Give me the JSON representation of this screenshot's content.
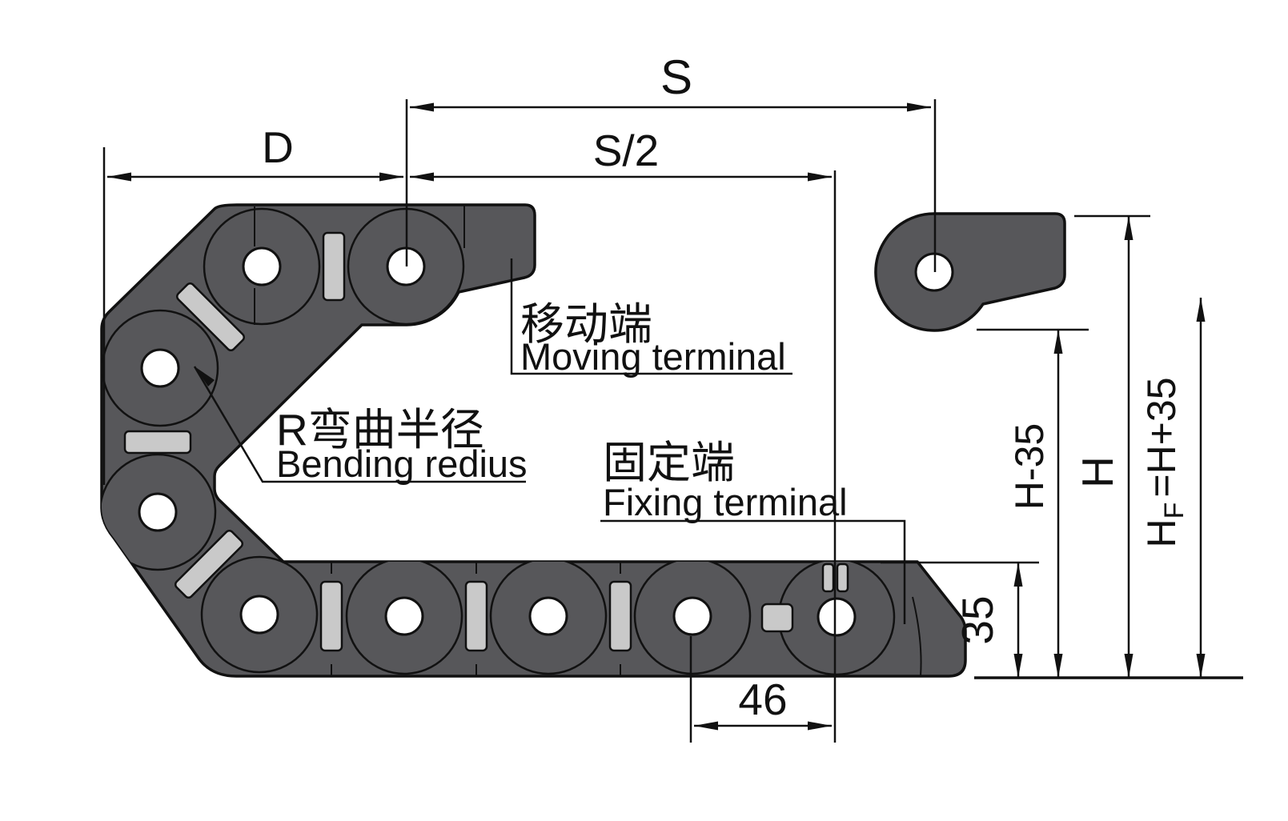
{
  "labels": {
    "moving_cn": "移动端",
    "moving_en": "Moving terminal",
    "bend_cn": "R弯曲半径",
    "bend_en": "Bending redius",
    "fixing_cn": "固定端",
    "fixing_en": "Fixing terminal"
  },
  "dims": {
    "s": "S",
    "s2": "S/2",
    "d": "D",
    "n46": "46",
    "n35": "35",
    "h35": "H-35",
    "h": "H",
    "hf_main": "H",
    "hf_sub": "F",
    "hf_rest": "=H+35"
  },
  "colors": {
    "chain_fill": "#57575a",
    "slot_fill": "#c9c9c9",
    "line": "#111111",
    "background": "#ffffff"
  }
}
